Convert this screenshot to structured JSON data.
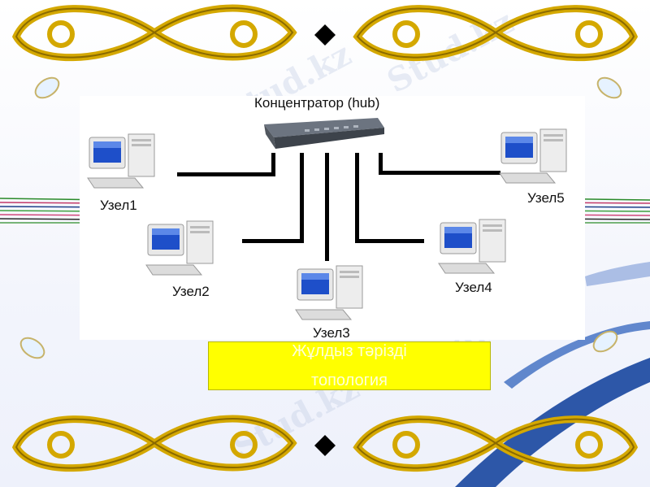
{
  "diagram": {
    "hub_label": "Концентратор (hub)",
    "nodes": [
      {
        "label": "Узел1"
      },
      {
        "label": "Узел2"
      },
      {
        "label": "Узел3"
      },
      {
        "label": "Узел4"
      },
      {
        "label": "Узел5"
      }
    ]
  },
  "caption": {
    "line1": "Жұлдыз тәрізді",
    "line2": "топология"
  },
  "watermark": "Stud.kz",
  "colors": {
    "caption_bg": "#ffff00",
    "ornament_gold": "#d4a800",
    "wave_blue": "#2d57a8"
  }
}
